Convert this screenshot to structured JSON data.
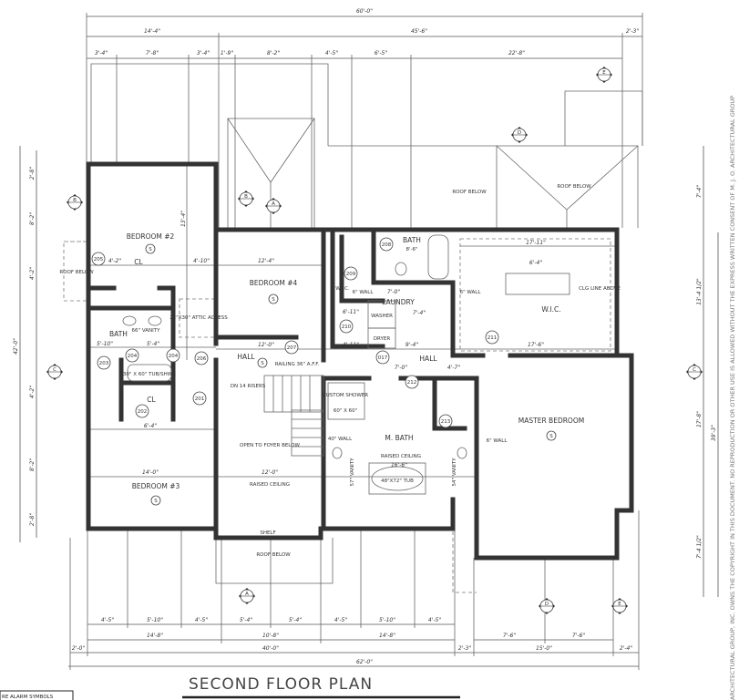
{
  "title": "SECOND FLOOR PLAN",
  "legend_box": "RE ALARM SYMBOLS",
  "copyright": "ARCHITECTURAL GROUP, INC. OWNS THE COPYRIGHT IN THIS DOCUMENT. NO REPRODUCTION OR OTHER USE IS ALLOWED WITHOUT THE EXPRESS WRITTEN CONSENT OF M. J. O. ARCHITECTURAL GROUP",
  "dimensions": {
    "top_overall": "60'-0\"",
    "top_row2": [
      "14'-4\"",
      "45'-6\"",
      "2'-3\""
    ],
    "top_row3": [
      "3'-4\"",
      "7'-8\"",
      "3'-4\"",
      "1'-9\"",
      "8'-2\"",
      "4'-5\"",
      "6'-5\"",
      "22'-8\""
    ],
    "bottom_row1": [
      "4'-5\"",
      "5'-10\"",
      "4'-5\"",
      "5'-4\"",
      "5'-4\"",
      "4'-5\"",
      "5'-10\"",
      "4'-5\""
    ],
    "bottom_row2": [
      "14'-8\"",
      "10'-8\"",
      "14'-8\"",
      "7'-6\"",
      "7'-6\""
    ],
    "bottom_row3": [
      "2'-0\"",
      "40'-0\"",
      "2'-3\"",
      "15'-0\"",
      "2'-4\""
    ],
    "bottom_overall": "62'-0\"",
    "left": [
      "2'-8\"",
      "8'-2\"",
      "4'-2\"",
      "42'-0\"",
      "4'-2\"",
      "8'-2\"",
      "2'-8\""
    ],
    "right": [
      "7'-4\"",
      "13'-4 1/2\"",
      "17'-8\"",
      "7'-4 1/2\"",
      "39'-3\""
    ]
  },
  "rooms": {
    "bedroom2": "BEDROOM #2",
    "bedroom3": "BEDROOM #3",
    "bedroom4": "BEDROOM #4",
    "master": "MASTER BEDROOM",
    "bath_left": "BATH",
    "bath_upper": "BATH",
    "bath_upper_dim": "8'-6\"",
    "laundry": "LAUNDRY",
    "wic_small": "W.I.C.",
    "wic_large": "W.I.C.",
    "hall_left": "HALL",
    "hall_right": "HALL",
    "cl_upper": "CL",
    "cl_lower": "CL",
    "m_bath": "M. BATH",
    "custom_shower": "CUSTOM SHOWER",
    "shower_size": "60\" X 60\"",
    "open_foyer": "OPEN TO FOYER BELOW",
    "raised_ceiling_hall": "RAISED CEILING",
    "raised_ceiling_bath": "RAISED CEILING",
    "shelf": "SHELF",
    "roof_below_1": "ROOF BELOW",
    "roof_below_2": "ROOF BELOW",
    "roof_below_3": "ROOF BELOW",
    "roof_below_left": "ROOF BELOW",
    "attic": "22\"X30\" ATTIC ACCESS",
    "vanity_66": "66\" VANITY",
    "tub_shwr": "30\" X 60\" TUB/SHWR",
    "tub_48": "48\"X72\" TUB",
    "railing": "RAILING 36\" A.F.F.",
    "dn_risers": "DN 14 RISERS",
    "washer": "WASHER",
    "dryer": "DRYER",
    "clg_line": "CLG LINE ABOVE",
    "wall_6_a": "6\" WALL",
    "wall_6_b": "6\" WALL",
    "wall_6_c": "6\" WALL",
    "wall_40": "40\" WALL",
    "vanity_57": "57\" VANITY",
    "vanity_54": "54\" VANITY",
    "room_dims": [
      "4'-2\"",
      "4'-10\"",
      "12'-4\"",
      "12'-0\"",
      "5'-10\"",
      "5'-4\"",
      "14'-0\"",
      "12'-0\"",
      "6'-4\"",
      "17'-11\"",
      "6'-4\"",
      "17'-6\"",
      "4'-11\"",
      "9'-4\"",
      "7'-0\"",
      "4'-7\"",
      "16'-6\"",
      "7'-0\"",
      "7'-4\"",
      "6'-11\"",
      "13'-4\""
    ]
  },
  "door_tags": [
    "205",
    "203",
    "204",
    "204",
    "206",
    "201",
    "202",
    "207",
    "208",
    "209",
    "210",
    "017",
    "211",
    "212",
    "213"
  ],
  "smoke_symbol": "S",
  "section_markers": [
    "A",
    "B",
    "C",
    "D",
    "E",
    "A",
    "B",
    "C",
    "D",
    "E"
  ]
}
